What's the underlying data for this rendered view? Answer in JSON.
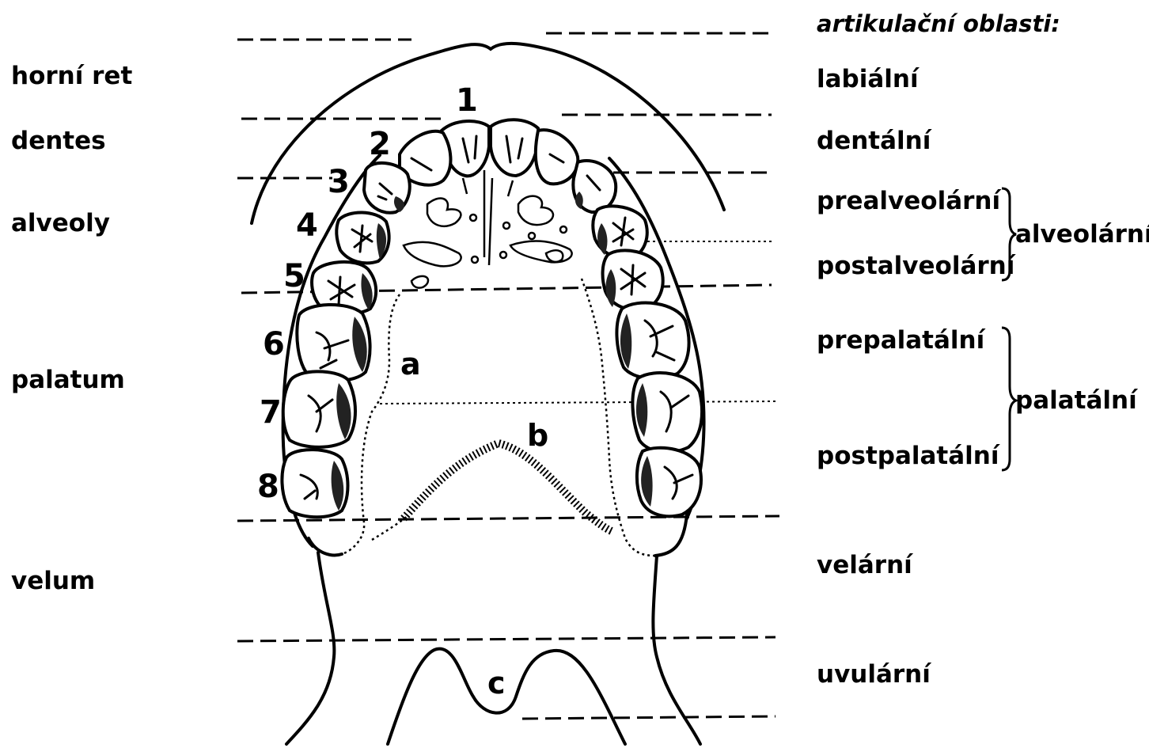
{
  "anatomy_labels": {
    "horni_ret": "horní ret",
    "dentes": "dentes",
    "alveoly": "alveoly",
    "palatum": "palatum",
    "velum": "velum"
  },
  "articulation": {
    "header": "artikulační oblasti:",
    "labialni": "labiální",
    "dentalni": "dentální",
    "prealveolarni": "prealveolární",
    "postalveolarni": "postalveolární",
    "alveolarni_group": "alveolární",
    "prepalatalni": "prepalatální",
    "postpalatalni": "postpalatální",
    "palatalni_group": "palatální",
    "velarni": "velární",
    "uvularni": "uvulární"
  },
  "tooth_numbers": [
    "1",
    "2",
    "3",
    "4",
    "5",
    "6",
    "7",
    "8"
  ],
  "region_letters": {
    "a": "a",
    "b": "b",
    "c": "c"
  }
}
